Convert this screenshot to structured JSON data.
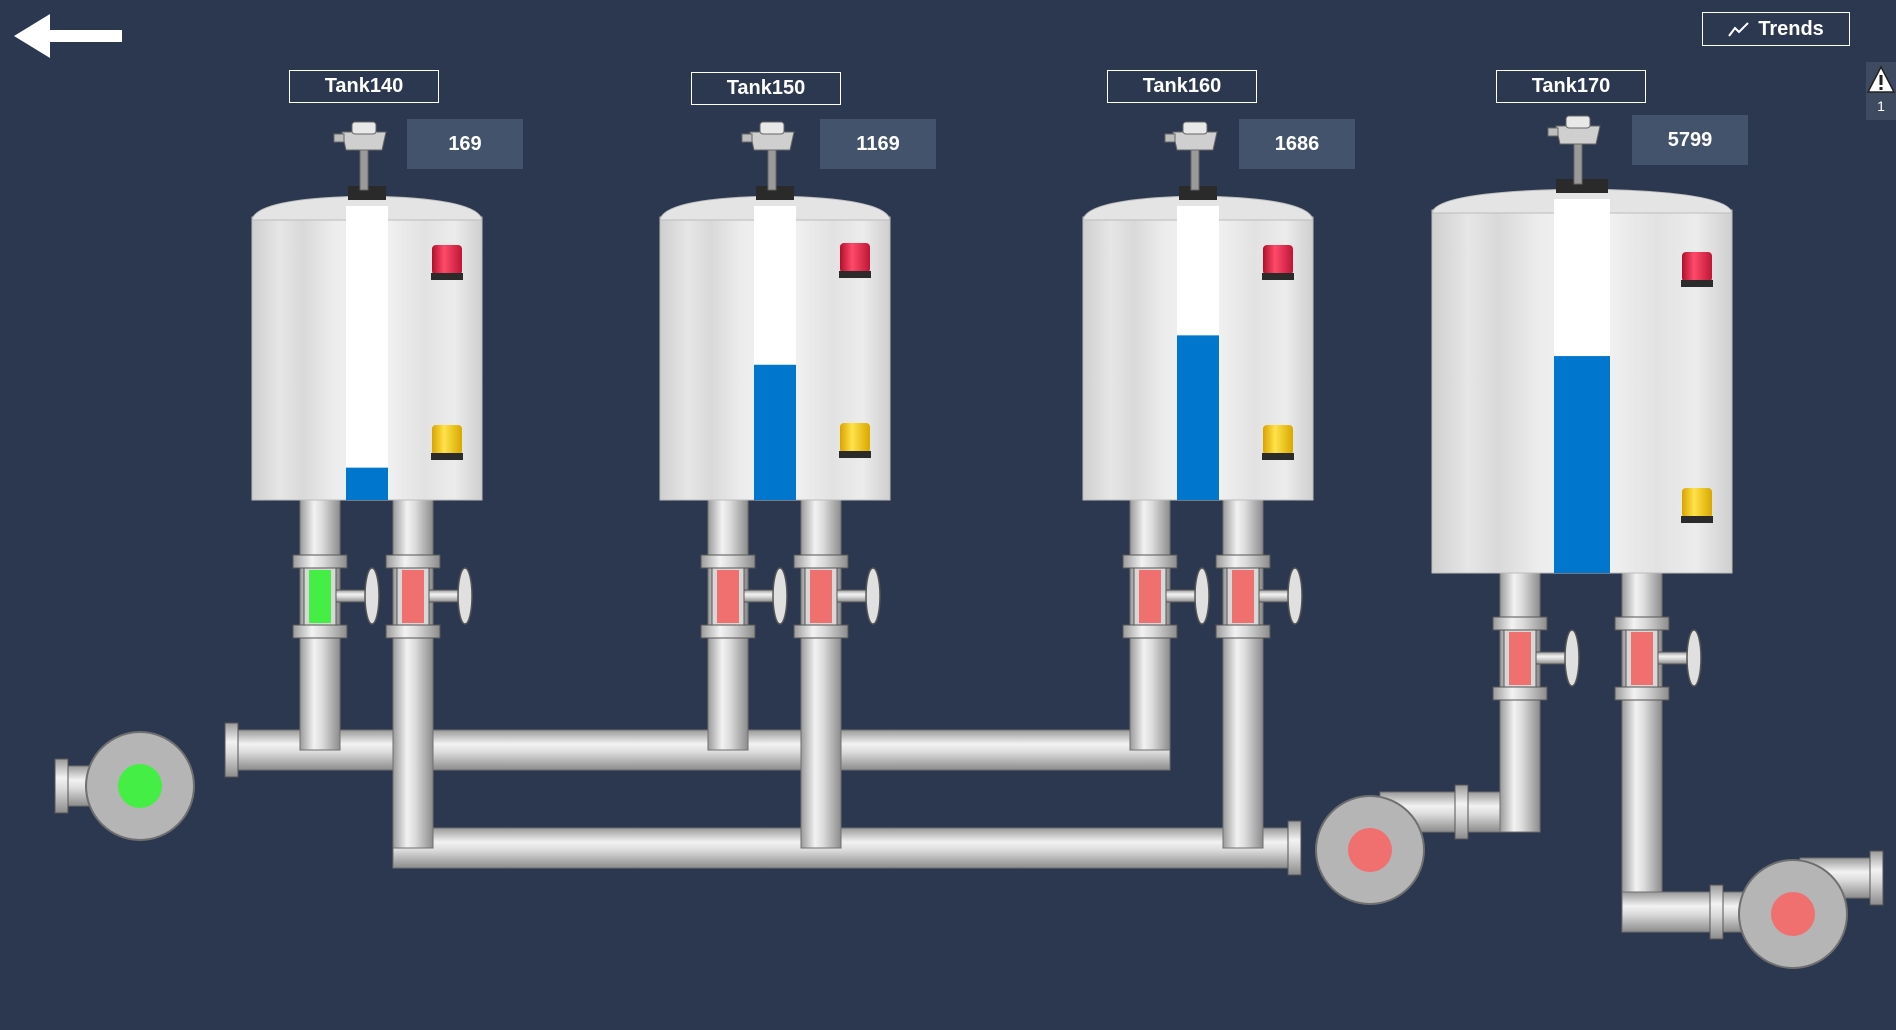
{
  "navigation": {
    "back_icon": "arrow-left-icon"
  },
  "toolbar": {
    "trends_label": "Trends",
    "trends_icon": "trend-line-icon"
  },
  "alarm_indicator": {
    "icon": "warning-triangle-icon",
    "count": "1"
  },
  "tanks": [
    {
      "name": "Tank140",
      "value": "169",
      "level": 0.11
    },
    {
      "name": "Tank150",
      "value": "1169",
      "level": 0.46
    },
    {
      "name": "Tank160",
      "value": "1686",
      "level": 0.56
    },
    {
      "name": "Tank170",
      "value": "5799",
      "level": 0.58
    }
  ],
  "valves": [
    {
      "id": "tank140-outlet-1",
      "state": "open",
      "color": "#44ee44"
    },
    {
      "id": "tank140-outlet-2",
      "state": "closed",
      "color": "#f07070"
    },
    {
      "id": "tank150-outlet-1",
      "state": "closed",
      "color": "#f07070"
    },
    {
      "id": "tank150-outlet-2",
      "state": "closed",
      "color": "#f07070"
    },
    {
      "id": "tank160-outlet-1",
      "state": "closed",
      "color": "#f07070"
    },
    {
      "id": "tank160-outlet-2",
      "state": "closed",
      "color": "#f07070"
    },
    {
      "id": "tank170-outlet-1",
      "state": "closed",
      "color": "#f07070"
    },
    {
      "id": "tank170-outlet-2",
      "state": "closed",
      "color": "#f07070"
    }
  ],
  "pumps": [
    {
      "id": "pump-1",
      "state": "running",
      "color": "#44ee44"
    },
    {
      "id": "pump-2",
      "state": "stopped",
      "color": "#f07070"
    },
    {
      "id": "pump-3",
      "state": "stopped",
      "color": "#f07070"
    }
  ],
  "colors": {
    "background": "#2b3850",
    "liquid": "#0077cc",
    "alarm_high": "#e8264a",
    "alarm_low": "#f5cc1a",
    "value_box": "#43536b"
  }
}
